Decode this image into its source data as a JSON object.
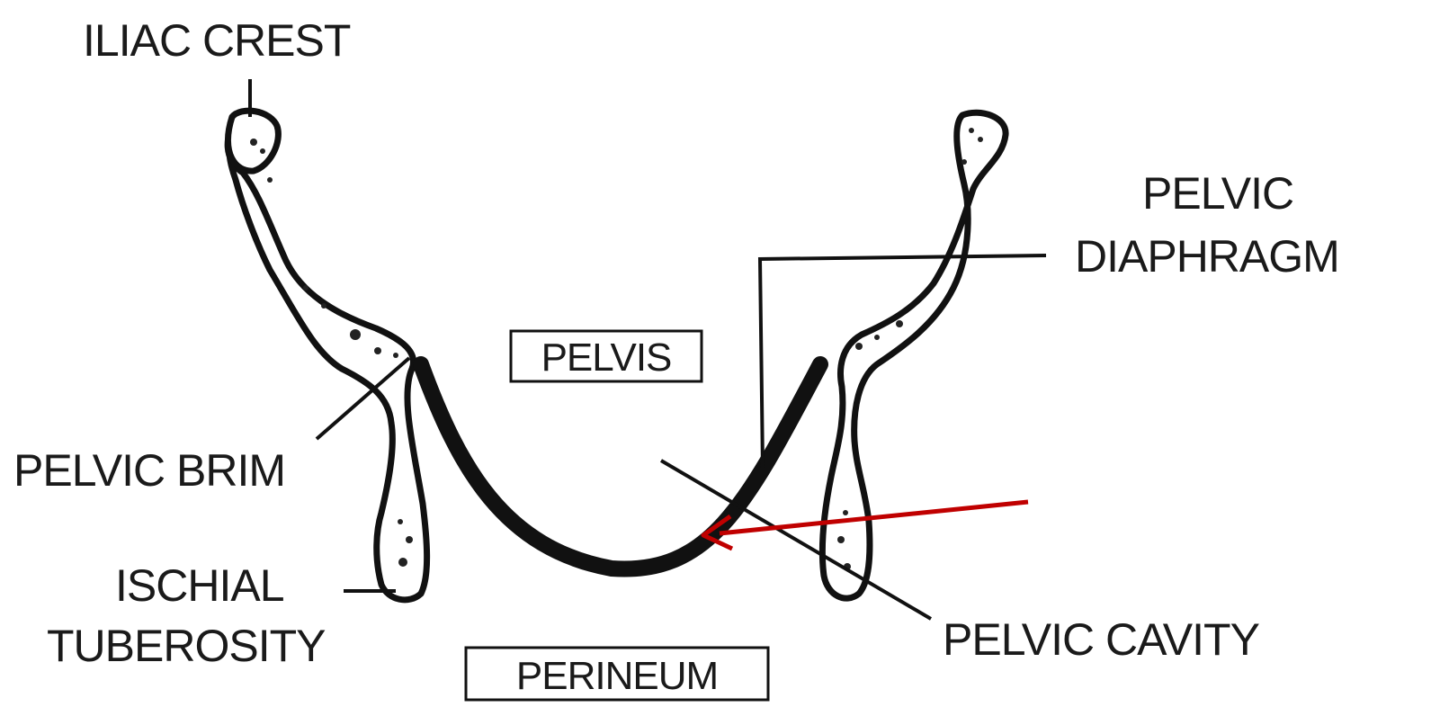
{
  "labels": {
    "iliac_crest": "ILIAC CREST",
    "pelvic_diaphragm_line1": "PELVIC",
    "pelvic_diaphragm_line2": "DIAPHRAGM",
    "pelvis": "PELVIS",
    "pelvic_brim": "PELVIC BRIM",
    "ischial_tuberosity_line1": "ISCHIAL",
    "ischial_tuberosity_line2": "TUBEROSITY",
    "perineum": "PERINEUM",
    "pelvic_cavity": "PELVIC CAVITY"
  },
  "colors": {
    "ink": "#111111",
    "pointer_arrow": "#c00000",
    "background": "#ffffff"
  }
}
